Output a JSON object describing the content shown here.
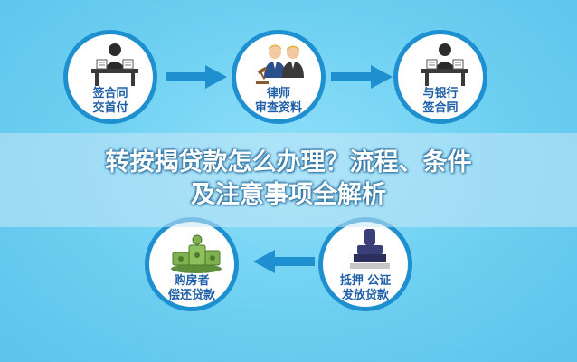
{
  "title": {
    "line1": "转按揭贷款怎么办理？流程、条件",
    "line2": "及注意事项全解析"
  },
  "steps": [
    {
      "line1": "签合同",
      "line2": "交首付",
      "icon": "desk-contract-icon"
    },
    {
      "line1": "律师",
      "line2": "审查资料",
      "icon": "lawyers-icon"
    },
    {
      "line1": "与银行",
      "line2": "签合同",
      "icon": "desk-contract-icon"
    },
    {
      "line1": "抵押 公证",
      "line2": "发放贷款",
      "icon": "stamp-icon"
    },
    {
      "line1": "购房者",
      "line2": "偿还贷款",
      "icon": "money-icon"
    }
  ],
  "colors": {
    "background": "#6fd0f2",
    "circle_border": "#1e8fcf",
    "label": "#1e5fa8",
    "arrow": "#1e8fcf",
    "title": "#ffffff"
  }
}
